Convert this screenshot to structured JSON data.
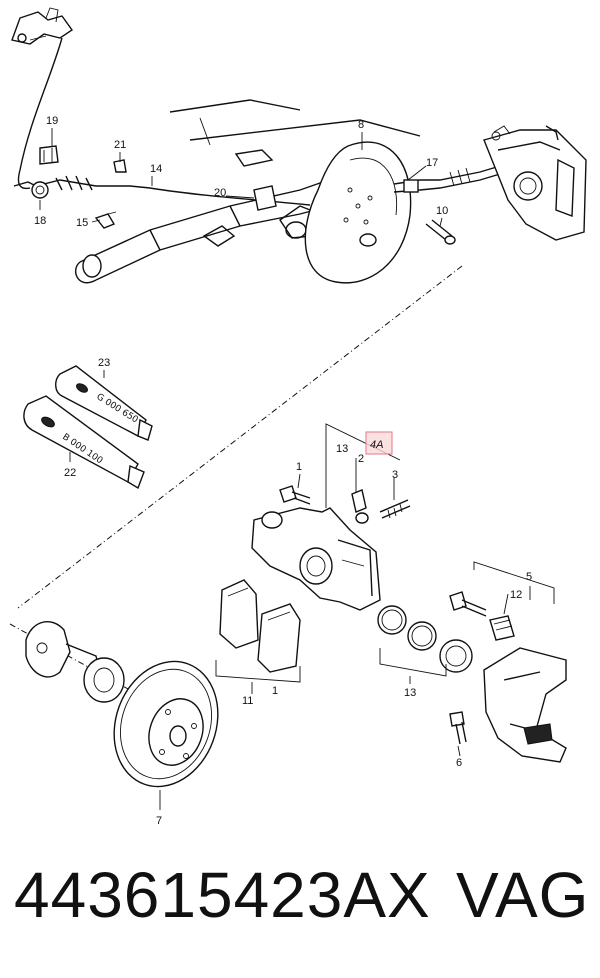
{
  "diagram": {
    "callouts": {
      "c1a": "1",
      "c1b": "1",
      "c2": "2",
      "c3": "3",
      "c4a": "4A",
      "c5": "5",
      "c6": "6",
      "c7": "7",
      "c8": "8",
      "c10": "10",
      "c11": "11",
      "c12": "12",
      "c13a": "13",
      "c13b": "13",
      "c14": "14",
      "c15": "15",
      "c17": "17",
      "c18": "18",
      "c19": "19",
      "c20": "20",
      "c21": "21",
      "c22": "22",
      "c23": "23"
    },
    "tubes": {
      "tube_23_text": "G 000 650",
      "tube_22_text": "B 000 100"
    },
    "highlight_color": "#e07a86"
  },
  "footer": {
    "part_number": "443615423AX",
    "brand": "VAG"
  }
}
